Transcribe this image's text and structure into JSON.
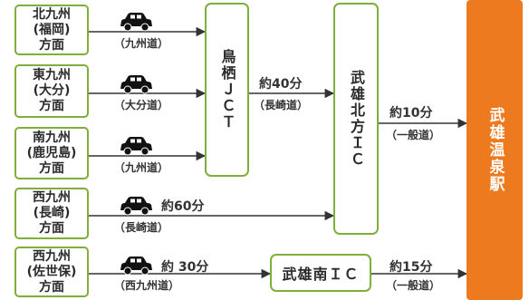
{
  "origins": [
    {
      "lines": [
        "北九州",
        "(福岡)",
        "方面"
      ],
      "road": "（九州道）"
    },
    {
      "lines": [
        "東九州",
        "(大分)",
        "方面"
      ],
      "road": "（大分道）"
    },
    {
      "lines": [
        "南九州",
        "(鹿児島)",
        "方面"
      ],
      "road": "（九州道）"
    },
    {
      "lines": [
        "西九州",
        "(長崎)",
        "方面"
      ],
      "road": "（長崎道）",
      "time": "約60分"
    },
    {
      "lines": [
        "西九州",
        "(佐世保)",
        "方面"
      ],
      "road": "（西九州道）",
      "time": "約 30分"
    }
  ],
  "nodes": {
    "tosu_jct": "鳥栖ＪＣＴ",
    "takeo_kita": "武雄北方ＩＣ",
    "takeo_minami": "武雄南ＩＣ",
    "destination": "武雄温泉駅"
  },
  "segments": {
    "jct_to_kita": {
      "time": "約40分",
      "road": "（長崎道）"
    },
    "kita_to_station": {
      "time": "約10分",
      "road": "（一般道）"
    },
    "minami_to_station": {
      "time": "約15分",
      "road": "（一般道）"
    }
  },
  "colors": {
    "box_border": "#7fae3a",
    "destination": "#ee7a1f",
    "arrow": "#333333"
  },
  "icons": {
    "car": "car-icon",
    "arrow": "arrow-right-icon"
  }
}
